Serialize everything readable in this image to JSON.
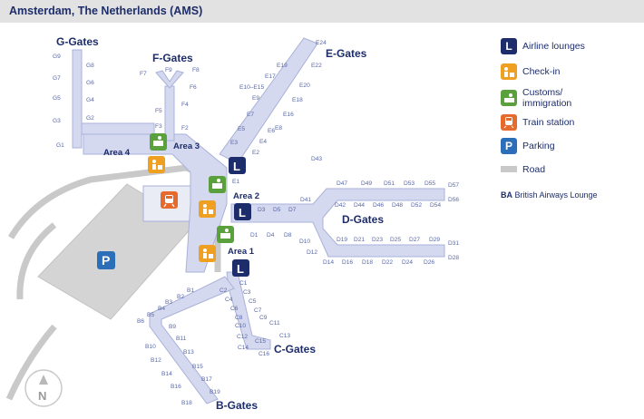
{
  "header": {
    "title": "Amsterdam, The Netherlands (AMS)"
  },
  "colors": {
    "pier_fill": "#d5d9ef",
    "pier_stroke": "#a9b1d8",
    "road": "#c9c9c9",
    "parking_lot": "#d4d4d4",
    "lounge": "#1d2d6b",
    "checkin": "#f0a020",
    "customs": "#5aa03c",
    "train": "#e56a2c",
    "parking": "#2c6fb8",
    "text": "#1d2d6b"
  },
  "piers": {
    "g": {
      "title": "G-Gates",
      "gates": [
        "G9",
        "G8",
        "G7",
        "G6",
        "G5",
        "G4",
        "G3",
        "G2",
        "G1"
      ]
    },
    "f": {
      "title": "F-Gates",
      "gates": [
        "F7",
        "F9",
        "F8",
        "F6",
        "F5",
        "F4",
        "F3",
        "F2"
      ]
    },
    "e": {
      "title": "E-Gates",
      "gates": [
        "E24",
        "E22",
        "E19",
        "E20",
        "E17",
        "E18",
        "E10–E15",
        "E16",
        "E9",
        "E8",
        "E7",
        "E6",
        "E5",
        "E4",
        "E3",
        "E2",
        "E1"
      ]
    },
    "d": {
      "title": "D-Gates",
      "gates": [
        "D43",
        "D47",
        "D49",
        "D51",
        "D53",
        "D55",
        "D57",
        "D41",
        "D42",
        "D44",
        "D46",
        "D48",
        "D52",
        "D54",
        "D56",
        "D3",
        "D5",
        "D7",
        "D1",
        "D4",
        "D8",
        "D10",
        "D12",
        "D19",
        "D21",
        "D23",
        "D25",
        "D27",
        "D29",
        "D31",
        "D14",
        "D16",
        "D18",
        "D22",
        "D24",
        "D26",
        "D28"
      ]
    },
    "c": {
      "title": "C-Gates",
      "gates": [
        "C1",
        "C2",
        "C3",
        "C4",
        "C5",
        "C6",
        "C7",
        "C8",
        "C9",
        "C10",
        "C11",
        "C12",
        "C13",
        "C14",
        "C15",
        "C16"
      ]
    },
    "b": {
      "title": "B-Gates",
      "gates": [
        "B1",
        "B2",
        "B3",
        "B4",
        "B5",
        "B6",
        "B9",
        "B11",
        "B10",
        "B13",
        "B12",
        "B15",
        "B14",
        "B17",
        "B16",
        "B19",
        "B18"
      ]
    }
  },
  "areas": [
    "Area 1",
    "Area 2",
    "Area 3",
    "Area 4"
  ],
  "map_icons": {
    "lounge": "L",
    "parking": "P",
    "compass": "N"
  },
  "legend": [
    {
      "icon": "lounge-icon",
      "symbol": "L",
      "label": "Airline lounges",
      "color": "#1d2d6b"
    },
    {
      "icon": "checkin-icon",
      "symbol": "",
      "label": "Check-in",
      "color": "#f0a020"
    },
    {
      "icon": "customs-icon",
      "symbol": "",
      "label": "Customs/ immigration",
      "color": "#5aa03c"
    },
    {
      "icon": "train-icon",
      "symbol": "",
      "label": "Train station",
      "color": "#e56a2c"
    },
    {
      "icon": "parking-icon",
      "symbol": "P",
      "label": "Parking",
      "color": "#2c6fb8"
    },
    {
      "icon": "road-swatch",
      "symbol": "",
      "label": "Road",
      "color": "#c9c9c9"
    }
  ],
  "ba_note": {
    "code": "BA",
    "text": "British Airways Lounge"
  }
}
